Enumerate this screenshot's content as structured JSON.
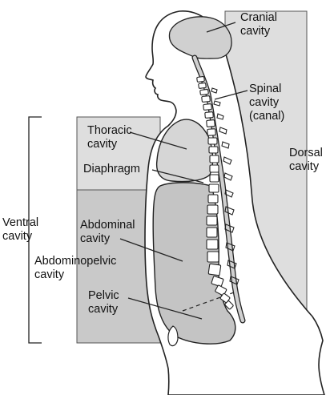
{
  "labels": {
    "cranial": "Cranial\ncavity",
    "spinal": "Spinal\ncavity\n(canal)",
    "dorsal": "Dorsal\ncavity",
    "thoracic": "Thoracic\ncavity",
    "diaphragm": "Diaphragm",
    "ventral": "Ventral\ncavity",
    "abdominal": "Abdominal\ncavity",
    "abdominopelvic": "Abdominopelvic\ncavity",
    "pelvic": "Pelvic\ncavity"
  },
  "colors": {
    "panel_fill": "#dedede",
    "cavity_fill": "#d0d0d0",
    "cavity_fill_dark": "#c4c4c4",
    "outline": "#222222",
    "body_fill": "#ffffff"
  }
}
